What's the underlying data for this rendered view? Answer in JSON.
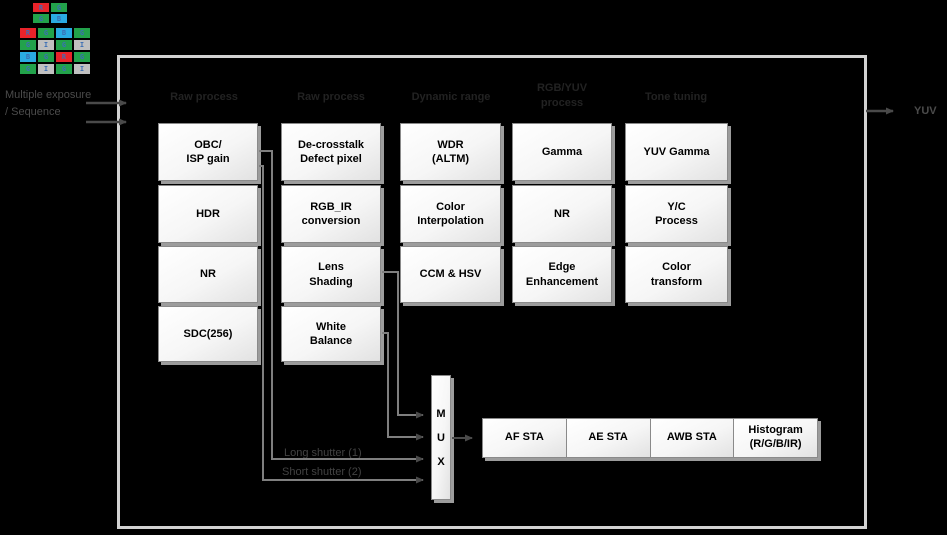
{
  "patterns": {
    "cell_colors": {
      "R": "#e8232a",
      "G": "#22a24b",
      "B": "#2aabe2",
      "I": "#c0c0c0"
    },
    "letter_color": "#3c6eb4",
    "bayer_2x2": [
      "R",
      "G",
      "G",
      "B"
    ],
    "rgbir_4x4": [
      "R",
      "G",
      "B",
      "G",
      "G",
      "I",
      "G",
      "I",
      "B",
      "G",
      "R",
      "G",
      "G",
      "I",
      "G",
      "I"
    ]
  },
  "io": {
    "input_label": "Multiple exposure\n/ Sequence",
    "output_label": "YUV"
  },
  "headers": [
    {
      "label": "Raw process"
    },
    {
      "label": "Raw process"
    },
    {
      "label": "Dynamic range"
    },
    {
      "label": "RGB/YUV\nprocess"
    },
    {
      "label": "Tone tuning"
    }
  ],
  "columns": [
    {
      "boxes": [
        {
          "label": "OBC/\nISP gain"
        },
        {
          "label": "HDR"
        },
        {
          "label": "NR"
        },
        {
          "label": "SDC(256)"
        }
      ]
    },
    {
      "boxes": [
        {
          "label": "De-crosstalk\nDefect pixel"
        },
        {
          "label": "RGB_IR\nconversion"
        },
        {
          "label": "Lens\nShading"
        },
        {
          "label": "White\nBalance"
        }
      ]
    },
    {
      "boxes": [
        {
          "label": "WDR\n(ALTM)"
        },
        {
          "label": "Color\nInterpolation"
        },
        {
          "label": "CCM & HSV"
        }
      ]
    },
    {
      "boxes": [
        {
          "label": "Gamma"
        },
        {
          "label": "NR"
        },
        {
          "label": "Edge\nEnhancement"
        }
      ]
    },
    {
      "boxes": [
        {
          "label": "YUV Gamma"
        },
        {
          "label": "Y/C\nProcess"
        },
        {
          "label": "Color\ntransform"
        }
      ]
    }
  ],
  "mux": {
    "label": "M\nU\nX"
  },
  "sta": [
    {
      "label": "AF STA"
    },
    {
      "label": "AE STA"
    },
    {
      "label": "AWB STA"
    },
    {
      "label": "Histogram\n(R/G/B/IR)"
    }
  ],
  "shutter_labels": [
    {
      "label": "Long shutter (1)"
    },
    {
      "label": "Short shutter (2)"
    }
  ]
}
